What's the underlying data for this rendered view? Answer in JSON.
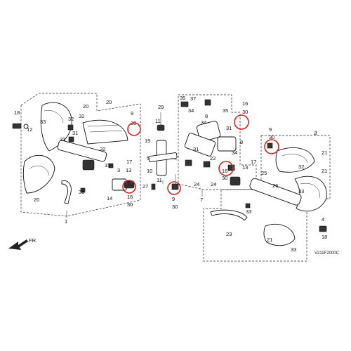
{
  "diagram": {
    "drawing_code": "V211F2000C",
    "direction_label": "FR.",
    "highlight_color": "#e02020",
    "callouts": {
      "c1": "18",
      "c2": "12",
      "c3": "33",
      "c4": "20",
      "c5": "20",
      "c6": "32",
      "c7": "9",
      "c8": "30",
      "c9": "32",
      "c10": "31",
      "c11": "33",
      "c12": "32",
      "c13": "15",
      "c14": "3",
      "c15": "13",
      "c16": "17",
      "c17": "36",
      "c18": "14",
      "c19": "16",
      "c20": "30",
      "c21": "20",
      "c22": "1",
      "c23": "29",
      "c24": "11",
      "c25": "19",
      "c26": "5",
      "c27": "10",
      "c28": "11",
      "c29": "27",
      "c30": "9",
      "c31": "30",
      "c32": "35",
      "c33": "37",
      "c34": "34",
      "c35": "35",
      "c36": "8",
      "c37": "34",
      "c38": "16",
      "c39": "30",
      "c40": "31",
      "c41": "8",
      "c42": "34",
      "c43": "31",
      "c44": "22",
      "c45": "24",
      "c46": "24",
      "c47": "7",
      "c48": "13",
      "c49": "17",
      "c50": "16",
      "c51": "30",
      "c52": "26",
      "c53": "25",
      "c54": "9",
      "c55": "30",
      "c56": "2",
      "c57": "21",
      "c58": "21",
      "c59": "32",
      "c60": "33",
      "c61": "23",
      "c62": "21",
      "c63": "33",
      "c64": "4",
      "c65": "18",
      "c66": "33"
    }
  }
}
